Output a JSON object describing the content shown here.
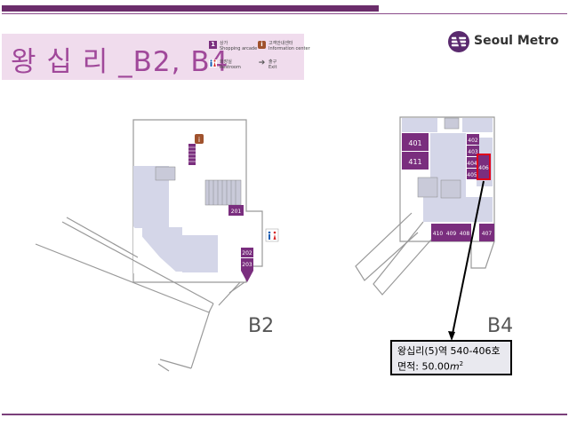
{
  "title": "왕 십 리 _B2, B4",
  "legend": [
    {
      "icon": "shop-icon",
      "glyph": "1",
      "color": "#7a2e7e",
      "label_ko": "상가",
      "label_en": "Shopping arcade"
    },
    {
      "icon": "information-icon",
      "glyph": "i",
      "color": "#a0522d",
      "label_ko": "고객안내센터",
      "label_en": "Information center"
    },
    {
      "icon": "restroom-icon",
      "glyph": "",
      "color": "#ffffff",
      "label_ko": "화장실",
      "label_en": "Restroom"
    },
    {
      "icon": "exit-arrow-icon",
      "glyph": "➔",
      "color": "#ffffff",
      "label_ko": "출구",
      "label_en": "Exit"
    }
  ],
  "logo": {
    "text": "Seoul Metro",
    "icon": "seoul-metro-logo-icon",
    "brand_color": "#5a2a6e"
  },
  "colors": {
    "shop": "#7a2e7e",
    "corridor": "#d4d6e8",
    "wall": "#8c8c8c",
    "highlight": "#e0001a"
  },
  "floors": {
    "b2": {
      "label": "B2",
      "shops": [
        {
          "id": "201"
        },
        {
          "id": "202"
        },
        {
          "id": "203"
        }
      ]
    },
    "b4": {
      "label": "B4",
      "shops": [
        {
          "id": "401"
        },
        {
          "id": "411"
        },
        {
          "id": "402"
        },
        {
          "id": "403"
        },
        {
          "id": "404"
        },
        {
          "id": "405"
        },
        {
          "id": "406"
        },
        {
          "id": "410"
        },
        {
          "id": "409"
        },
        {
          "id": "408"
        },
        {
          "id": "407"
        }
      ],
      "highlighted_shop": "406"
    }
  },
  "callout": {
    "line1": "왕십리(5)역 540-406호",
    "line2_prefix": "면적: 50.00",
    "unit_italic": "m",
    "unit_sup": "2"
  }
}
